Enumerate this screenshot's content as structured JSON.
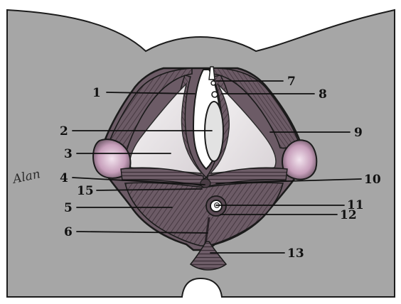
{
  "signature": "Alan",
  "labels": {
    "l1": "1",
    "l2": "2",
    "l3": "3",
    "l4": "4",
    "l5": "5",
    "l6": "6",
    "l7": "7",
    "l8": "8",
    "l9": "9",
    "l10": "10",
    "l11": "11",
    "l12": "12",
    "l13": "13",
    "l15": "15"
  },
  "colors": {
    "background": "#ffffff",
    "skin": "#a7a7a7",
    "muscle": "#6a5a64",
    "muscle_light": "#8e7688",
    "fascia": "#ece9eb",
    "outline": "#1b1b1b"
  }
}
